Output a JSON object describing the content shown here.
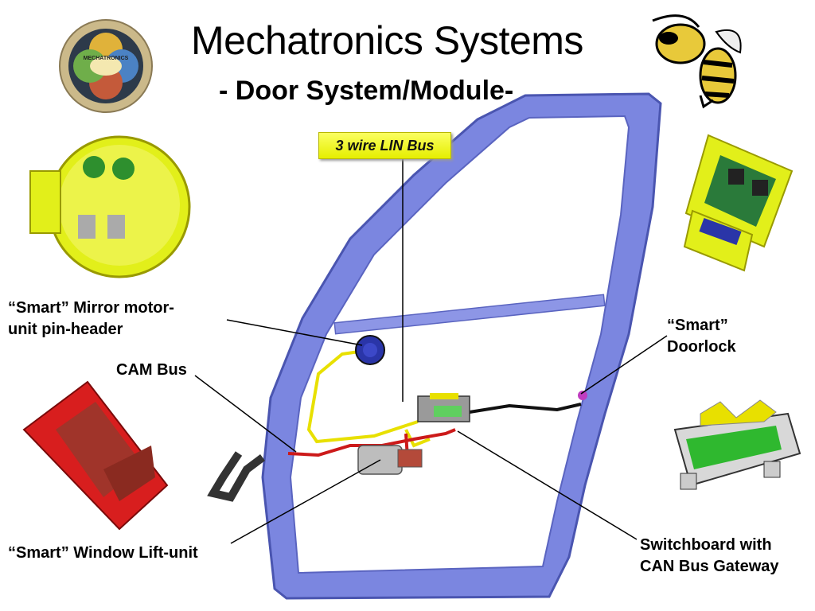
{
  "header": {
    "title": "Mechatronics Systems",
    "subtitle": "- Door System/Module-"
  },
  "logo": {
    "center_text": "MECHATRONICS"
  },
  "callouts": {
    "lin_bus": "3 wire LIN Bus",
    "mirror_line1": "“Smart” Mirror motor-",
    "mirror_line2": "unit pin-header",
    "cam_bus": "CAM Bus",
    "doorlock_line1": "“Smart”",
    "doorlock_line2": "Doorlock",
    "window_lift": "“Smart” Window Lift-unit",
    "switch_line1": "Switchboard with",
    "switch_line2": "CAN Bus Gateway"
  },
  "colors": {
    "door_frame": "#7b86e0",
    "lin_wire": "#e8e000",
    "cam_wire": "#cc1a1a",
    "module_yellow": "#e2ef1a",
    "module_red": "#d81e1e",
    "label_box": "#f0f400"
  },
  "icons": [
    "mechatronics-logo-icon",
    "yellow-jacket-mascot-icon",
    "mirror-motor-unit-icon",
    "doorlock-module-icon",
    "window-lift-module-icon",
    "switchboard-module-icon"
  ]
}
